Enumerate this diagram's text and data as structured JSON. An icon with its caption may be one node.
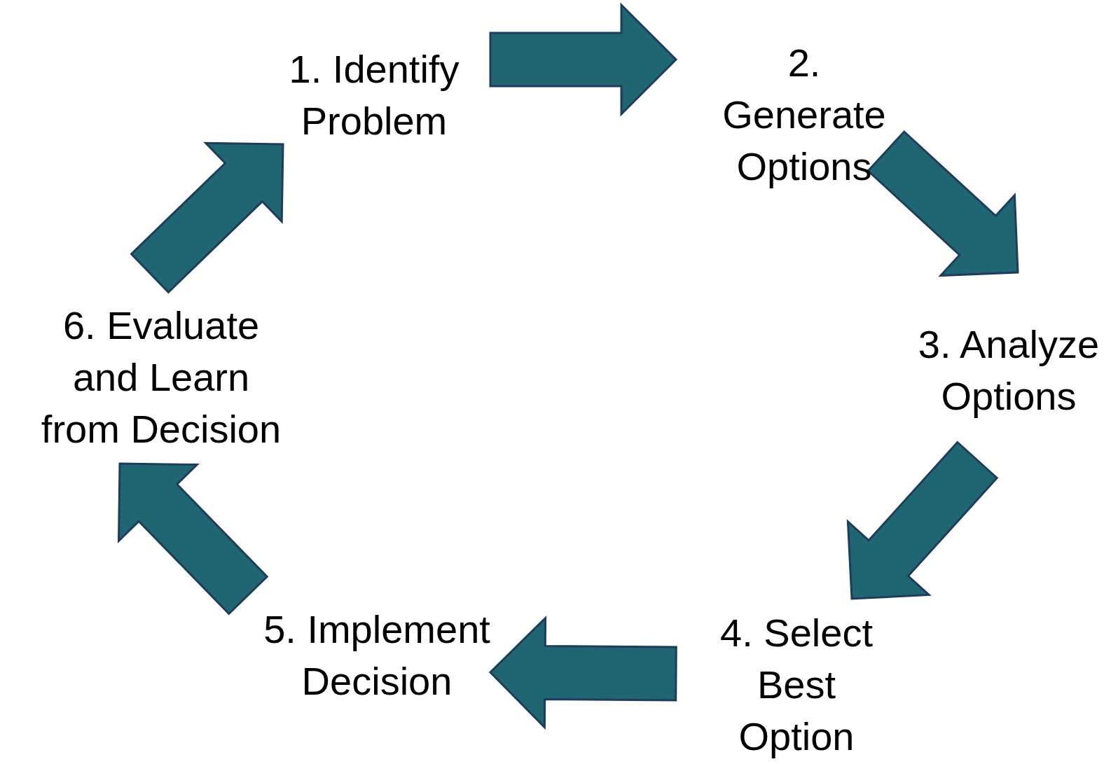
{
  "diagram": {
    "nodes": [
      {
        "text": [
          "1. Identify Problem"
        ]
      },
      {
        "text": [
          "2. Generate Options"
        ]
      },
      {
        "text": [
          "3. Analyze Options"
        ]
      },
      {
        "text": [
          "4. Select Best Option"
        ]
      },
      {
        "text": [
          "5. Implement Decision"
        ]
      },
      {
        "text": [
          "6. Evaluate and Learn from Decision"
        ]
      }
    ],
    "edges": [
      {
        "from": 0,
        "to": 1,
        "arrow": "to",
        "style": "thick"
      },
      {
        "from": 1,
        "to": 2,
        "arrow": "to",
        "style": "thick"
      },
      {
        "from": 2,
        "to": 3,
        "arrow": "to",
        "style": "thick"
      },
      {
        "from": 3,
        "to": 4,
        "arrow": "to",
        "style": "thick"
      },
      {
        "from": 4,
        "to": 5,
        "arrow": "to",
        "style": "thick"
      },
      {
        "from": 5,
        "to": 0,
        "arrow": "to",
        "style": "thick"
      }
    ]
  }
}
